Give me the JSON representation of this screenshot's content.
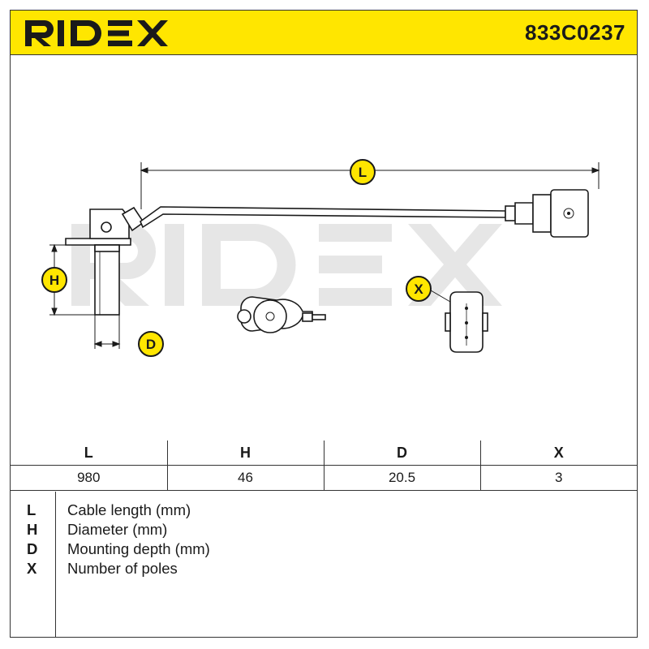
{
  "brand": {
    "name": "RIDEX",
    "accent": "#ffe600"
  },
  "part_number": "833C0237",
  "drawing": {
    "watermark": "RIDEX",
    "callouts": {
      "L": "L",
      "H": "H",
      "D": "D",
      "X": "X"
    },
    "callout_color": "#ffe600",
    "line_color": "#1a1a1a",
    "watermark_color": "#e4e4e4"
  },
  "dimensions": {
    "headers": [
      "L",
      "H",
      "D",
      "X"
    ],
    "values": [
      "980",
      "46",
      "20.5",
      "3"
    ]
  },
  "legend": [
    {
      "key": "L",
      "desc": "Cable length (mm)"
    },
    {
      "key": "H",
      "desc": "Diameter (mm)"
    },
    {
      "key": "D",
      "desc": "Mounting depth (mm)"
    },
    {
      "key": "X",
      "desc": "Number of poles"
    }
  ]
}
